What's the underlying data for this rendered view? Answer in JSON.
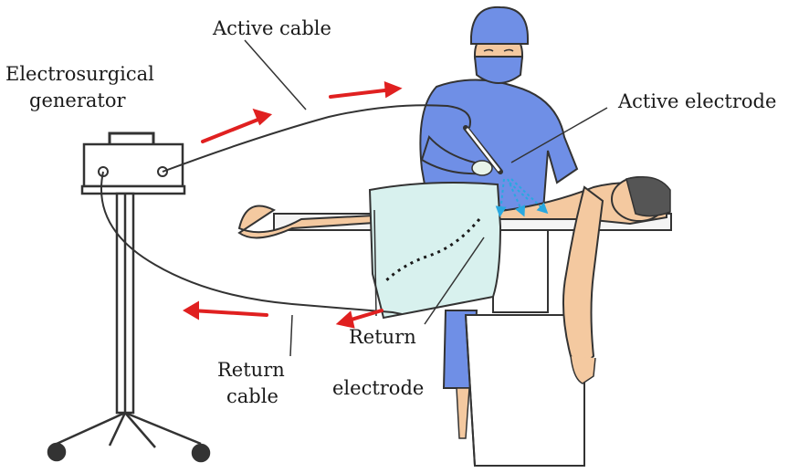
{
  "labels": {
    "generator_line1": "Electrosurgical",
    "generator_line2": "generator",
    "active_cable": "Active cable",
    "active_electrode": "Active electrode",
    "return_cable_line1": "Return",
    "return_cable_line2": "cable",
    "return_electrode_line1": "Return",
    "return_electrode_line2": "electrode"
  },
  "colors": {
    "flow_arrow": "#e02020",
    "current_dots": "#29a8e0",
    "scrubs": "#6f8fe6",
    "drape": "#d8f1ee",
    "skin": "#f4c9a0",
    "table_top": "#f4f4f4"
  },
  "icons": {
    "equipment": [
      "electrosurgical-generator-icon",
      "generator-cart-icon"
    ],
    "people": [
      "surgeon-figure",
      "patient-figure"
    ]
  }
}
